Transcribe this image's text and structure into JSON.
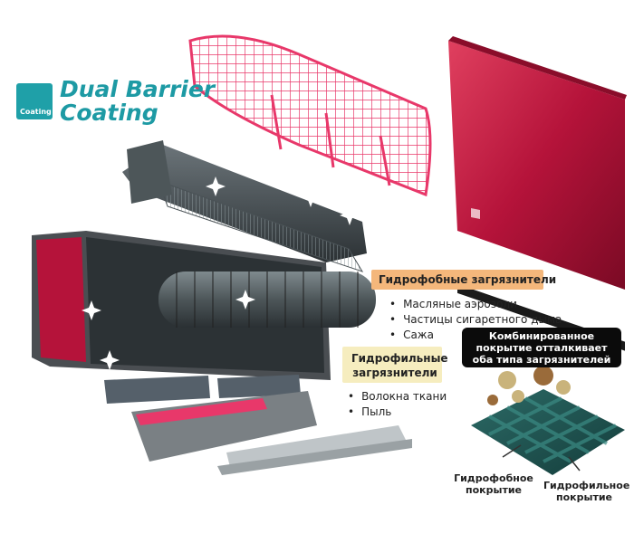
{
  "logo": {
    "badge_text": "Coating",
    "title_line1": "Dual Barrier",
    "title_line2": "Coating"
  },
  "hydrophobic": {
    "title": "Гидрофобные загрязнители",
    "items": [
      "Масляные аэрозоли",
      "Частицы сигаретного дыма",
      "Сажа"
    ]
  },
  "hydrophilic": {
    "title": "Гидрофильные загрязнители",
    "items": [
      "Волокна ткани",
      "Пыль"
    ]
  },
  "callout": {
    "line1": "Комбинированное",
    "line2": "покрытие отталкивает",
    "line3": "оба типа загрязнителей"
  },
  "coating_labels": {
    "hydrophobic_coating": "Гидрофобное покрытие",
    "hydrophilic_coating": "Гидрофильное покрытие"
  },
  "colors": {
    "accent_teal": "#1d9aa4",
    "panel_red": "#b5133a",
    "filter_pink": "#e8386a",
    "metal_dark": "#3c4448",
    "label_orange": "#f4b77b",
    "label_cream": "#f6edbf"
  }
}
